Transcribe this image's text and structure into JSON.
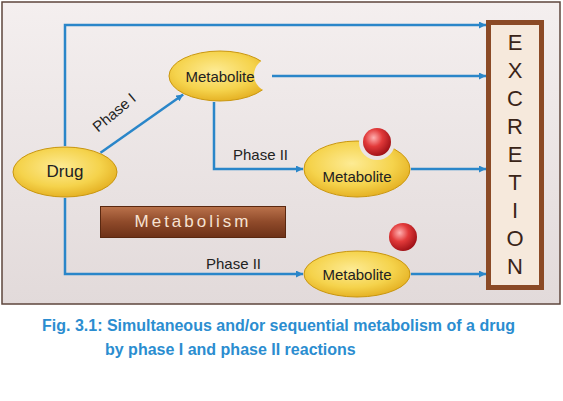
{
  "diagram": {
    "caption": "Fig. 3.1: Simultaneous and/or sequential metabolism of a drug by phase I and phase II reactions",
    "nodes": [
      {
        "text": [
          "Drug"
        ]
      },
      {
        "text": [
          "Metabolite"
        ]
      },
      {
        "text": [
          "Metabolite"
        ]
      },
      {
        "text": [
          "Metabolism"
        ]
      },
      {
        "text": [
          "Metabolite"
        ]
      },
      {
        "text": [
          "EXCRETION"
        ]
      }
    ],
    "edges": [
      {
        "from": 0,
        "to": 5,
        "arrow": "to"
      },
      {
        "from": 0,
        "to": 1,
        "label": "Phase I",
        "arrow": "to"
      },
      {
        "from": 1,
        "to": 5,
        "arrow": "to"
      },
      {
        "from": 1,
        "to": 2,
        "label": "Phase II",
        "arrow": "to"
      },
      {
        "from": 2,
        "to": 5,
        "arrow": "to"
      },
      {
        "from": 0,
        "to": 4,
        "label": "Phase II",
        "arrow": "to"
      },
      {
        "from": 4,
        "to": 5,
        "arrow": "to"
      }
    ]
  }
}
